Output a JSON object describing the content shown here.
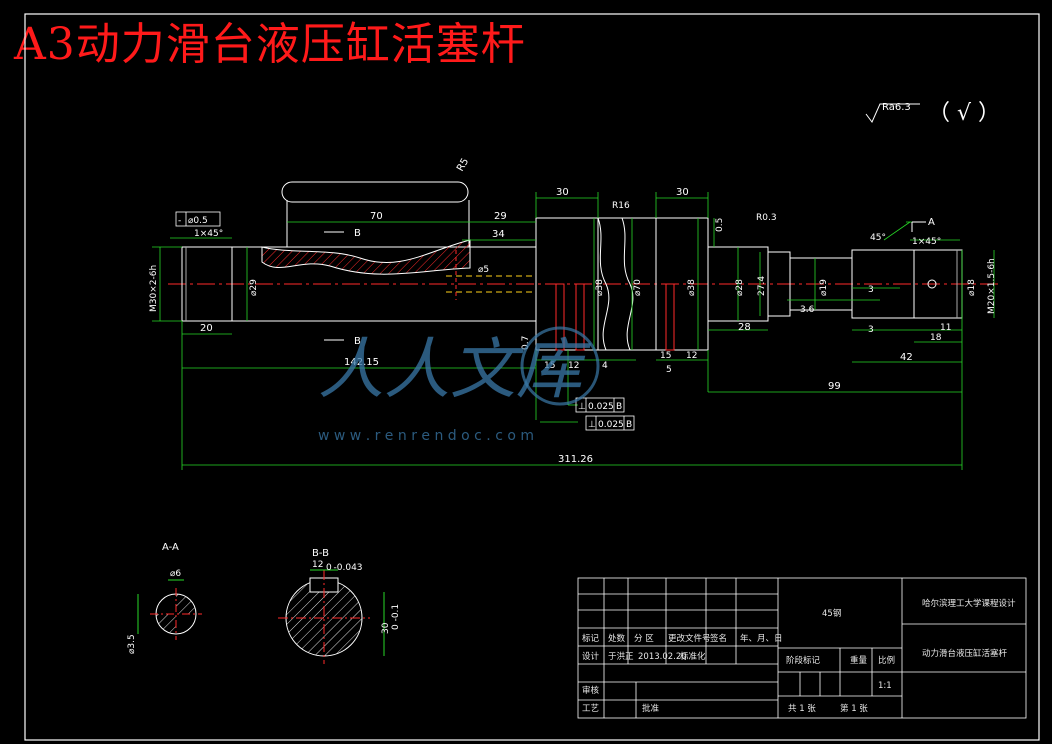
{
  "drawing": {
    "title": "A3动力滑台液压缸活塞杆",
    "roughness_note": "Ra6.3",
    "roughness_mark": "（ √ ）",
    "section_a_label": "A-A",
    "section_b_label": "B-B",
    "section_arrow_b_top": "B",
    "section_arrow_b_bottom": "B",
    "datum_a": "A",
    "dims": {
      "d30a": "30",
      "d30b": "30",
      "d70": "70",
      "d29": "29",
      "d34": "34",
      "r5": "R5",
      "r16": "R16",
      "r03": "R0.3",
      "d05": "0.5",
      "ch45a": "1×45°",
      "ch45b": "1×45°",
      "ang45": "45°",
      "thread_l": "M30×2-6h",
      "thread_r": "M20×1.5-6h",
      "phi29": "⌀29",
      "phi5": "⌀5",
      "phi38a": "⌀38",
      "phi70": "⌀70",
      "phi38b": "⌀38",
      "phi28": "⌀28",
      "d274": "27.4",
      "phi19": "⌀19",
      "d3a": "3",
      "d36": "3.6",
      "d3b": "3",
      "phi18": "⌀18",
      "d20": "20",
      "d07": "0.7",
      "d15a": "15",
      "d12a": "12",
      "d4": "4",
      "d15b": "15",
      "d12b": "12",
      "d5": "5",
      "d28": "28",
      "d11": "11",
      "d18": "18",
      "d42": "42",
      "d14215": "142.15",
      "d99": "99",
      "d31126": "311.26",
      "tol_dia": "⌀0.5",
      "tol_perp1_val": "0.025",
      "tol_perp1_ref": "B",
      "tol_perp2_val": "0.025",
      "tol_perp2_ref": "B",
      "phi6": "⌀6",
      "phi35": "⌀3.5",
      "width12": "12",
      "width12_tol": "0 -0.043",
      "depth30": "30",
      "depth30_tol": "0 -0.1"
    }
  },
  "watermark": {
    "text": "人人文库",
    "url": "w w w . r e n r e n d o c . c o m"
  },
  "title_block": {
    "material": "45钢",
    "school": "哈尔滨理工大学课程设计",
    "part_name": "动力滑台液压缸活塞杆",
    "col_mark": "标记",
    "col_count": "处数",
    "col_zone": "分 区",
    "col_docno": "更改文件号",
    "col_sign": "签名",
    "col_date": "年、月、日",
    "row_design": "设计",
    "designer": "于洪正",
    "design_date": "2013.02.20",
    "row_std": "标准化",
    "row_check": "审核",
    "row_process": "工艺",
    "row_approve": "批准",
    "stage": "阶段标记",
    "weight": "重量",
    "scale_label": "比例",
    "scale": "1:1",
    "sheets_total": "共 1 张",
    "sheet_no": "第 1 张"
  }
}
